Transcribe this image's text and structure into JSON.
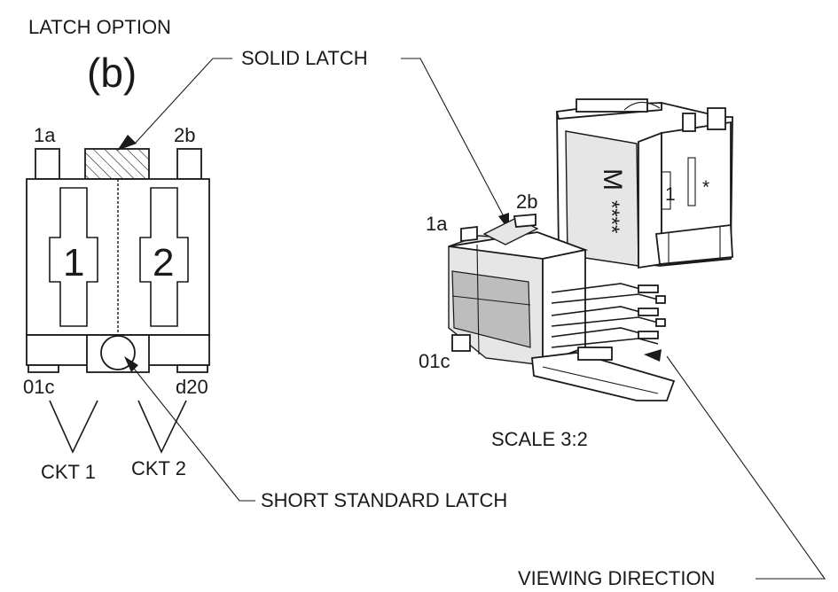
{
  "title": "LATCH OPTION",
  "option": "(b)",
  "callouts": {
    "solid_latch": "SOLID LATCH",
    "short_standard_latch": "SHORT STANDARD LATCH",
    "viewing_direction": "VIEWING DIRECTION"
  },
  "scale": "SCALE 3:2",
  "top_view": {
    "pin_labels": {
      "top_left": "1a",
      "top_right": "2b",
      "bottom_left": "01c",
      "bottom_right": "d20"
    },
    "circuit_numbers": [
      "1",
      "2"
    ],
    "circuits": [
      "CKT 1",
      "CKT 2"
    ]
  },
  "iso_view": {
    "pin_labels": {
      "a": "1a",
      "b": "2b",
      "c": "01c"
    },
    "housing_marks": {
      "m": "M",
      "stars": "****",
      "one": "1",
      "star": "*"
    }
  }
}
